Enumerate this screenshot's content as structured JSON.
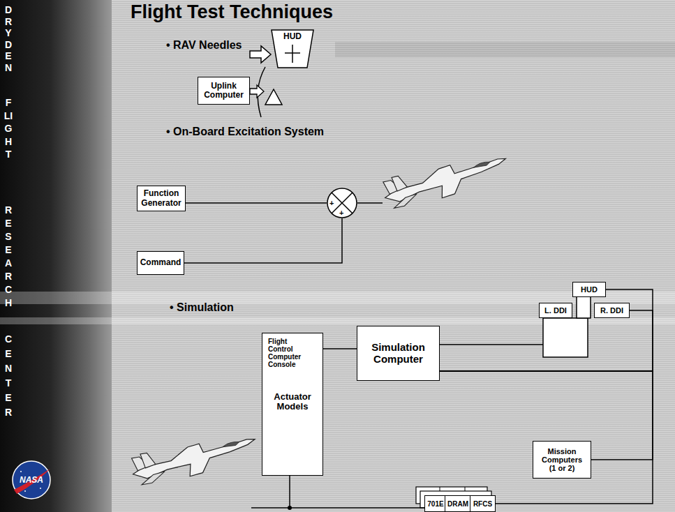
{
  "diagram": {
    "title": "Flight Test Techniques",
    "nodes": [
      {
        "text": [
          "HUD"
        ]
      },
      {
        "text": [
          "Uplink Computer"
        ]
      },
      {
        "text": [
          "Function Generator"
        ]
      },
      {
        "text": [
          "+",
          "+"
        ]
      },
      {
        "text": [
          "Command"
        ]
      },
      {
        "text": [
          "Flight Control Computer Console",
          "Actuator Models"
        ]
      },
      {
        "text": [
          "Simulation Computer"
        ]
      },
      {
        "text": [
          "HUD"
        ]
      },
      {
        "text": [
          "L. DDI"
        ]
      },
      {
        "text": [
          "R. DDI"
        ]
      },
      {
        "text": [
          "Mission Computers (1 or 2)"
        ]
      },
      {
        "text": [
          "701E"
        ]
      },
      {
        "text": [
          "DRAM"
        ]
      },
      {
        "text": [
          "RFCS"
        ]
      }
    ],
    "edges": [
      {
        "from": 2,
        "to": 3,
        "arrow": "none"
      },
      {
        "from": 4,
        "to": 3,
        "arrow": "none"
      },
      {
        "from": 5,
        "to": 6,
        "arrow": "none"
      },
      {
        "from": 6,
        "to": 7,
        "arrow": "none"
      },
      {
        "from": 6,
        "to": 9,
        "arrow": "none"
      },
      {
        "from": 6,
        "to": 10,
        "arrow": "none"
      },
      {
        "from": 6,
        "to": 13,
        "arrow": "none"
      },
      {
        "from": 5,
        "to": 11,
        "arrow": "none"
      }
    ],
    "labels": [
      "DRYDEN",
      "FLIGHT",
      "RESEARCH",
      "CENTER",
      "• RAV Needles",
      "• On-Board Excitation System",
      "• Simulation",
      "NASA"
    ]
  }
}
